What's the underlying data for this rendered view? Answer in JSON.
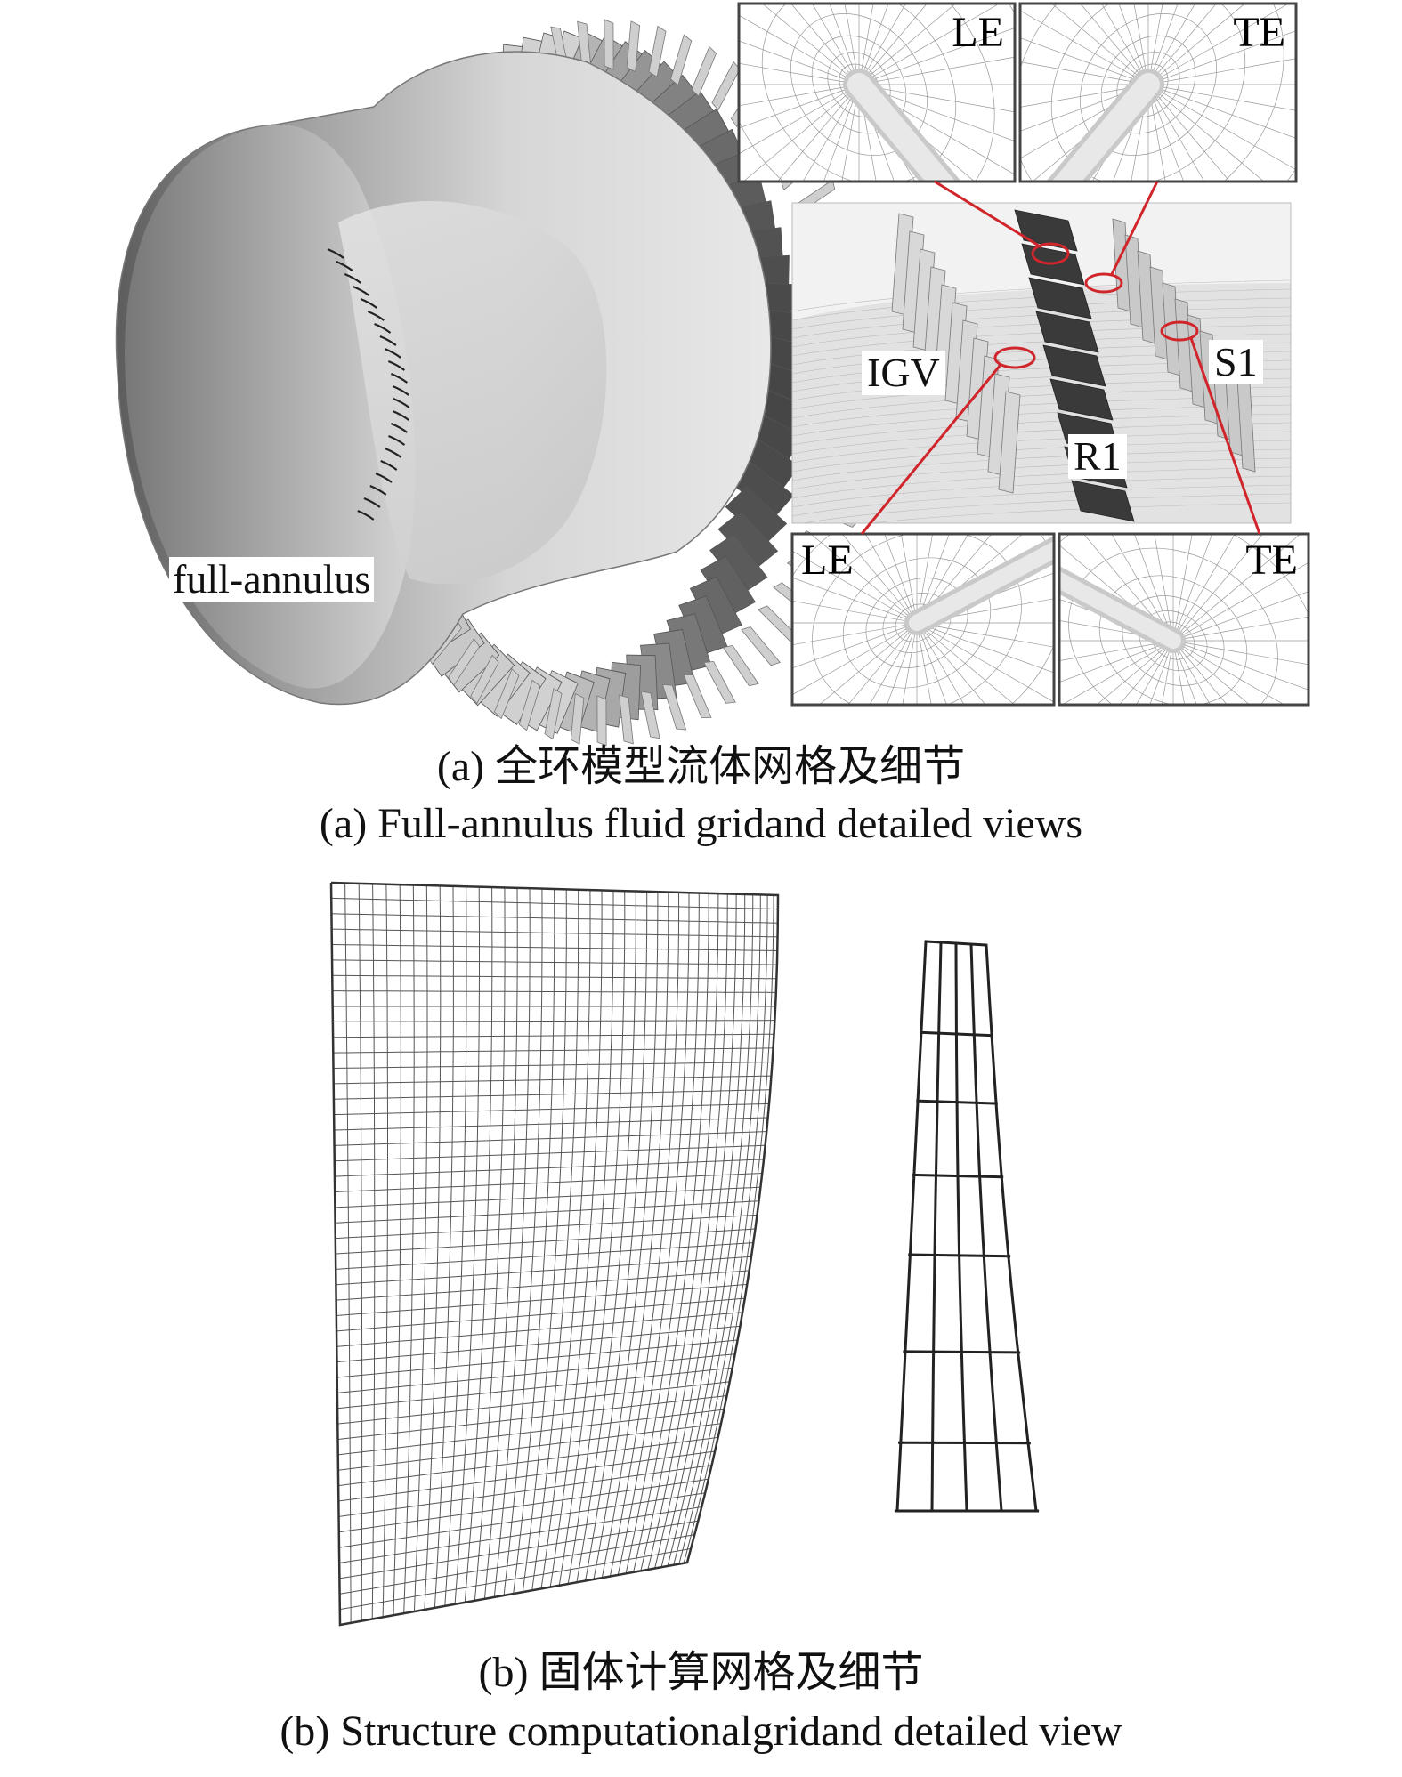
{
  "panel_a": {
    "full_annulus_label": "full-annulus",
    "inset_labels": {
      "top_le": "LE",
      "top_te": "TE",
      "bottom_le": "LE",
      "bottom_te": "TE"
    },
    "row_labels": {
      "igv": "IGV",
      "r1": "R1",
      "s1": "S1"
    },
    "caption_cn": "(a) 全环模型流体网格及细节",
    "caption_en": "(a) Full-annulus fluid gridand detailed views"
  },
  "panel_b": {
    "caption_cn": "(b) 固体计算网格及细节",
    "caption_en": "(b) Structure computationalgridand detailed view"
  },
  "colors": {
    "annulus_gray": "#a9a9a9",
    "blade_dark": "#3a3a3a",
    "callout_red": "#d0262b",
    "mesh_line": "#555555"
  }
}
